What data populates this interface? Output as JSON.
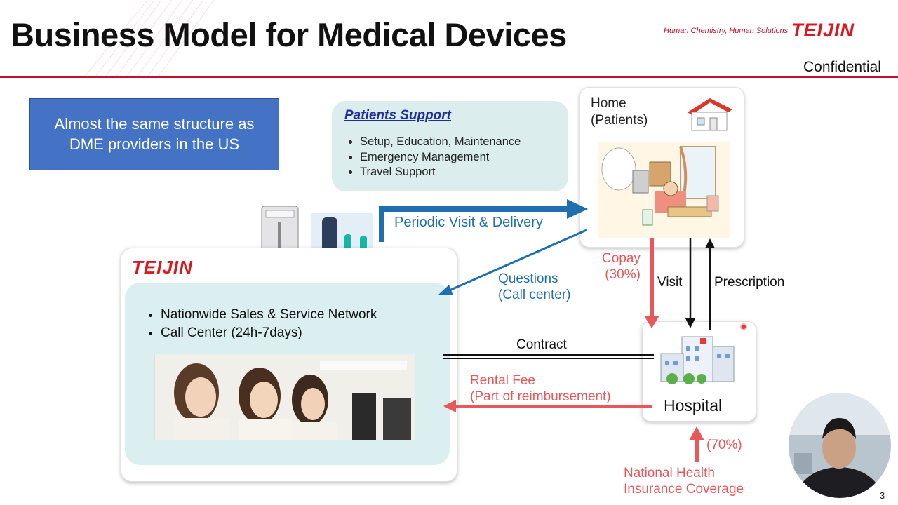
{
  "slide": {
    "title": "Business Model for Medical Devices",
    "tagline": "Human Chemistry, Human Solutions",
    "brand": "TEIJIN",
    "confidential": "Confidential",
    "page_number": "3"
  },
  "callout": {
    "text_line1": "Almost the same structure as",
    "text_line2": "DME providers in the US",
    "color": "#4472c4"
  },
  "patients_support": {
    "heading": "Patients Support",
    "items": [
      "Setup, Education, Maintenance",
      "Emergency Management",
      "Travel Support"
    ]
  },
  "home": {
    "label_line1": "Home",
    "label_line2": "(Patients)"
  },
  "teijin_panel": {
    "brand": "TEIJIN",
    "bullets": [
      "Nationwide Sales & Service Network",
      "Call Center (24h-7days)"
    ]
  },
  "hospital": {
    "label": "Hospital"
  },
  "flows": {
    "periodic_visit": "Periodic Visit & Delivery",
    "questions_line1": "Questions",
    "questions_line2": "(Call center)",
    "copay_line1": "Copay",
    "copay_line2": "(30%)",
    "visit": "Visit",
    "prescription": "Prescription",
    "contract": "Contract",
    "rental_line1": "Rental Fee",
    "rental_line2": "(Part of reimbursement)",
    "coverage_pct": "(70%)",
    "nhi_line1": "National Health",
    "nhi_line2": "Insurance Coverage"
  },
  "colors": {
    "accent_red": "#c8102e",
    "flow_blue": "#1f6fb0",
    "flow_red": "#e8585b",
    "panel_teal": "#dbeef0"
  }
}
